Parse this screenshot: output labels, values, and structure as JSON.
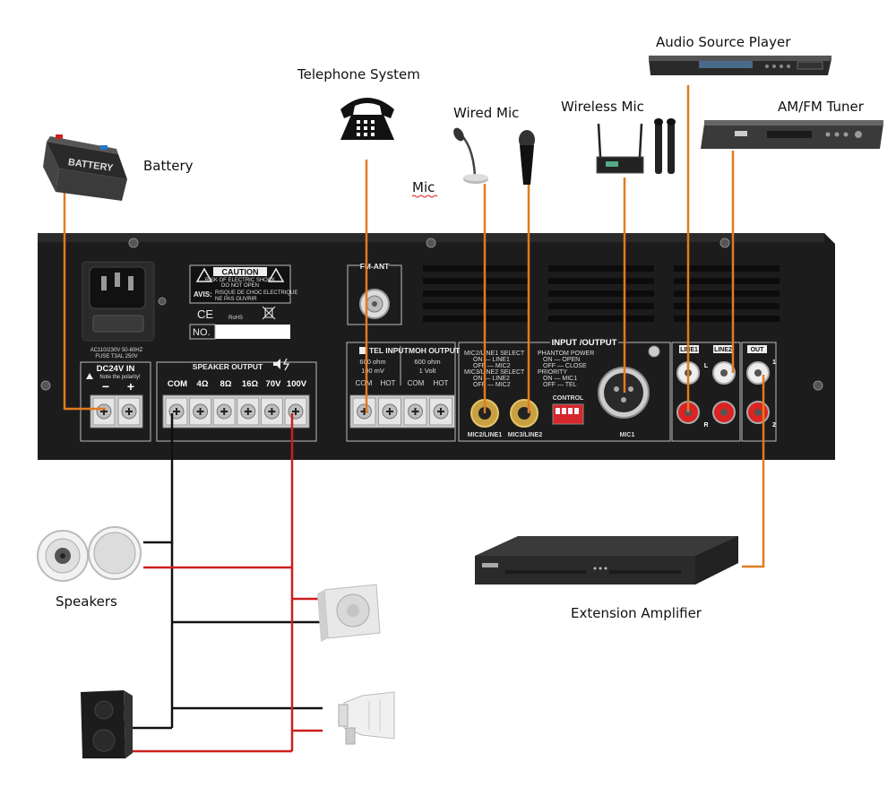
{
  "labels": {
    "battery": "Battery",
    "telephone": "Telephone System",
    "wired_mic": "Wired Mic",
    "mic": "Mic",
    "wireless_mic": "Wireless Mic",
    "audio_source": "Audio Source Player",
    "amfm_tuner": "AM/FM Tuner",
    "speakers": "Speakers",
    "extension_amp": "Extension Amplifier"
  },
  "panel": {
    "battery_box_text": "BATTERY",
    "caution": "CAUTION",
    "caution_sub1": "RISK OF ELECTRIC SHOCK",
    "caution_sub2": "DO NOT OPEN",
    "avis": "AVIS:",
    "avis_sub1": "RISQUE DE CHOC ELECTRIQUE",
    "avis_sub2": "NE PAS OUVRIR",
    "ce": "CE",
    "rohs": "RoHS",
    "no": "NO.",
    "ac_line1": "AC110/230V 50-60HZ",
    "ac_line2": "FUSE T3AL 250V",
    "fm_ant": "FM-ANT",
    "dc_in": "DC24V IN",
    "polarity": "Note the polarity!",
    "minus": "−",
    "plus": "+",
    "speaker_output": "SPEAKER OUTPUT",
    "spk_terminals": [
      "COM",
      "4Ω",
      "8Ω",
      "16Ω",
      "70V",
      "100V"
    ],
    "tel_input": "TEL INPUT",
    "tel_spec1": "600 ohm",
    "tel_spec2": "100 mV",
    "moh_output": "MOH OUTPUT",
    "moh_spec1": "600 ohm",
    "moh_spec2": "1 Volt",
    "com": "COM",
    "hot": "HOT",
    "input_output": "INPUT /OUTPUT",
    "sel1": "MIC2/LINE1 SELECT",
    "sel1_on": "ON — LINE1",
    "sel1_off": "OFF — MIC2",
    "sel2": "MIC3/LINE2 SELECT",
    "sel2_on": "ON — LINE2",
    "sel2_off": "OFF — MIC2",
    "sel3": "PHANTOM POWER",
    "sel3_on": "ON — OPEN",
    "sel3_off": "OFF — CLOSE",
    "sel4": "PRIORITY",
    "sel4_on": "ON — MIC1",
    "sel4_off": "OFF — TEL",
    "control": "CONTROL",
    "mic2_line1": "MIC2/LINE1",
    "mic3_line2": "MIC3/LINE2",
    "mic1": "MIC1",
    "line1": "LINE1",
    "line2": "LINE2",
    "out": "OUT",
    "l": "L",
    "r": "R",
    "one": "1",
    "two": "2"
  },
  "colors": {
    "signal_wire": "#e07b1f",
    "speaker_pos": "#cc1f1f",
    "speaker_com": "#111111",
    "panel": "#1e1e1e"
  }
}
